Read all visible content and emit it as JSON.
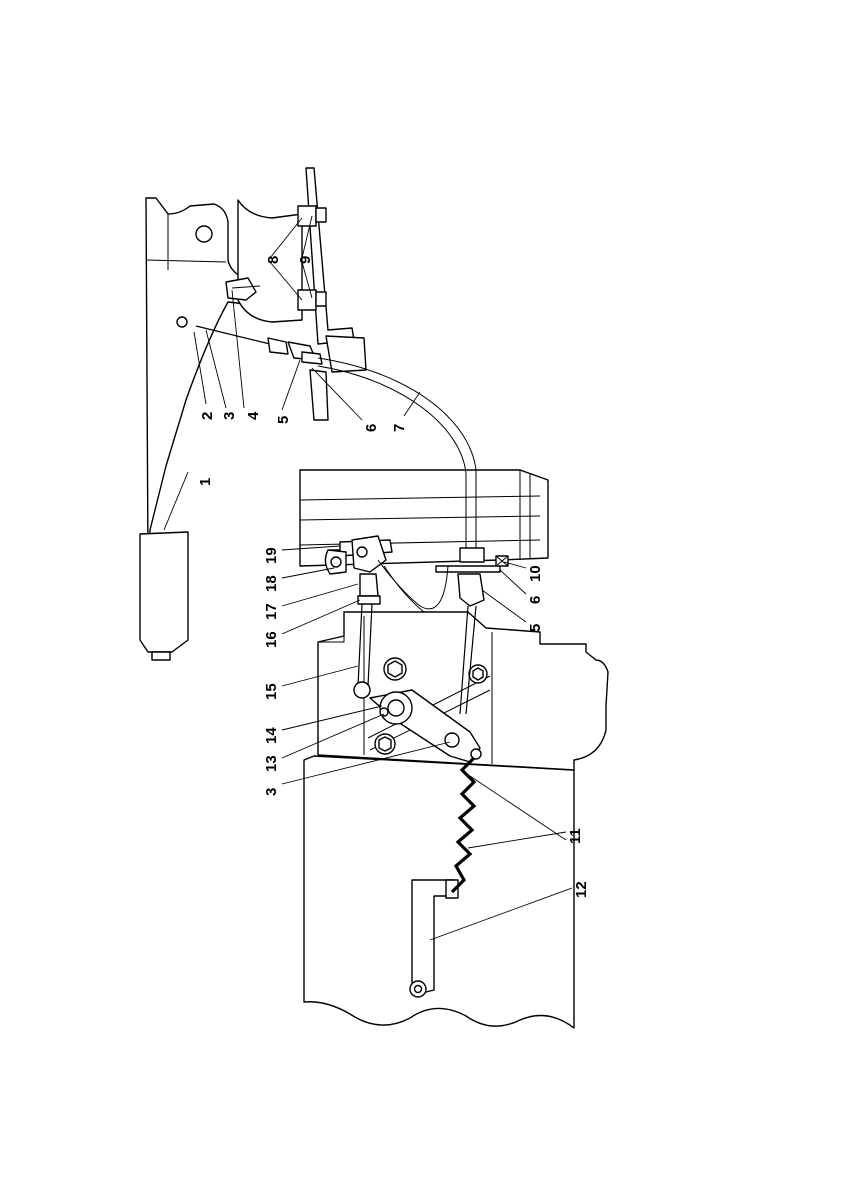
{
  "callouts": [
    {
      "id": "c1",
      "label": "1"
    },
    {
      "id": "c2",
      "label": "2"
    },
    {
      "id": "c3a",
      "label": "3"
    },
    {
      "id": "c4",
      "label": "4"
    },
    {
      "id": "c5a",
      "label": "5"
    },
    {
      "id": "c6a",
      "label": "6"
    },
    {
      "id": "c7",
      "label": "7"
    },
    {
      "id": "c8",
      "label": "8"
    },
    {
      "id": "c9",
      "label": "9"
    },
    {
      "id": "c19",
      "label": "19"
    },
    {
      "id": "c18",
      "label": "18"
    },
    {
      "id": "c17",
      "label": "17"
    },
    {
      "id": "c16",
      "label": "16"
    },
    {
      "id": "c15",
      "label": "15"
    },
    {
      "id": "c14",
      "label": "14"
    },
    {
      "id": "c13",
      "label": "13"
    },
    {
      "id": "c3b",
      "label": "3"
    },
    {
      "id": "c10",
      "label": "10"
    },
    {
      "id": "c6b",
      "label": "6"
    },
    {
      "id": "c5b",
      "label": "5"
    },
    {
      "id": "c11",
      "label": "11"
    },
    {
      "id": "c12",
      "label": "12"
    }
  ]
}
